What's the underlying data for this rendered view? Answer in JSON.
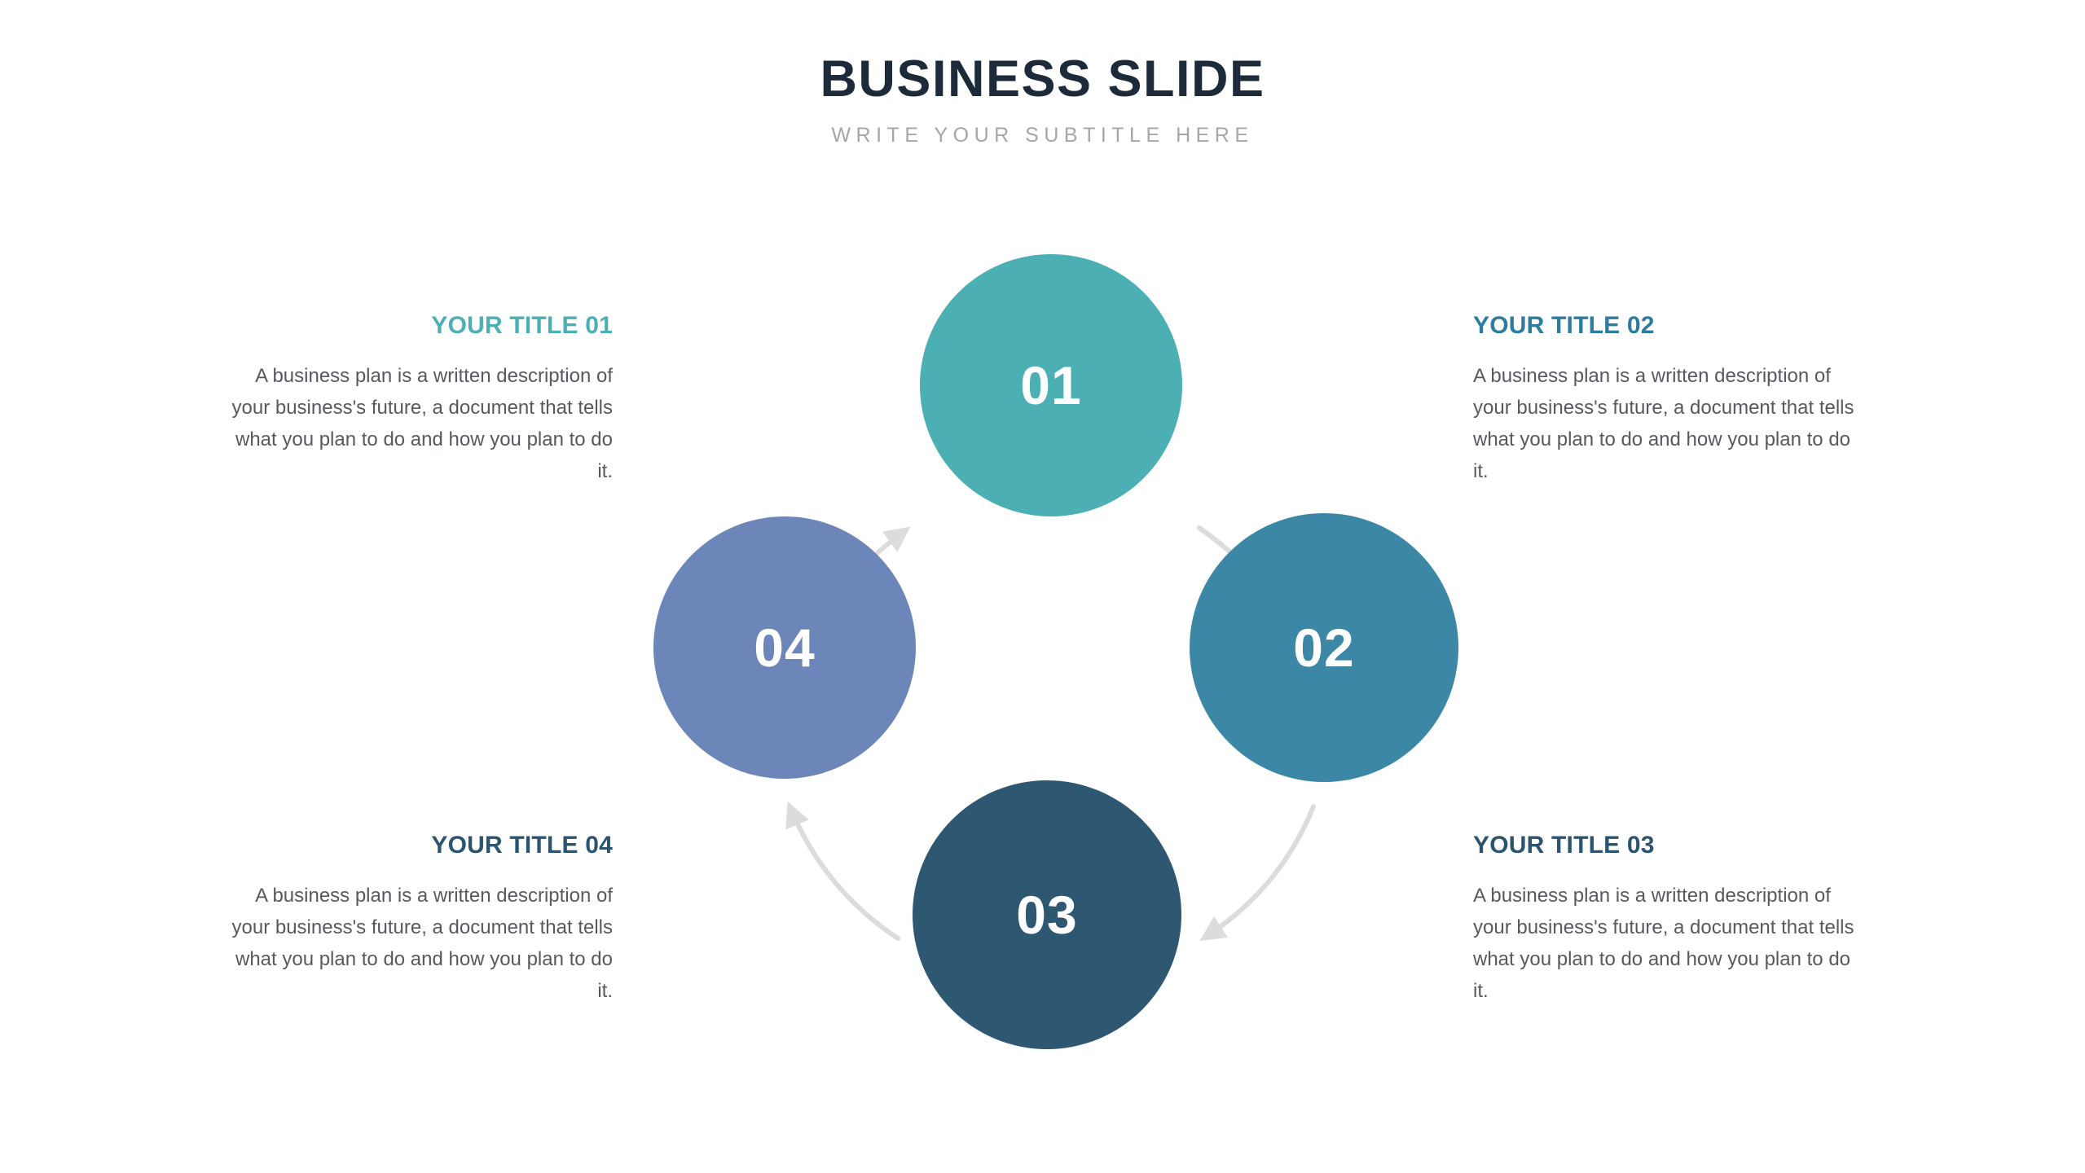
{
  "header": {
    "title": "BUSINESS SLIDE",
    "subtitle": "WRITE YOUR SUBTITLE HERE"
  },
  "colors": {
    "title": "#1c2a3a",
    "subtitle": "#a6a6a6",
    "body_text": "#555a5e",
    "arrow": "#dcdcdc",
    "background": "#ffffff",
    "step_01": "#4BAFB4",
    "step_02": "#3B87A5",
    "step_03": "#2E5771",
    "step_04": "#6D86BA"
  },
  "diagram": {
    "type": "cycle",
    "direction": "clockwise",
    "arrow_color": "#dcdcdc",
    "nodes": [
      {
        "id": "step-01",
        "number": "01",
        "position": "top",
        "color": "#4BAFB4"
      },
      {
        "id": "step-02",
        "number": "02",
        "position": "right",
        "color": "#3B87A5"
      },
      {
        "id": "step-03",
        "number": "03",
        "position": "bottom",
        "color": "#2E5771"
      },
      {
        "id": "step-04",
        "number": "04",
        "position": "left",
        "color": "#6D86BA"
      }
    ],
    "arrows": [
      {
        "from": "04",
        "to": "01",
        "position": "top-left"
      },
      {
        "from": "01",
        "to": "02",
        "position": "top-right"
      },
      {
        "from": "02",
        "to": "03",
        "position": "bottom-right"
      },
      {
        "from": "03",
        "to": "04",
        "position": "bottom-left"
      }
    ]
  },
  "blocks": [
    {
      "id": "block-01",
      "title": "YOUR TITLE 01",
      "title_color": "#4BAFB4",
      "body": "A business plan is a written description of your business's future, a document that tells what you plan to do and how you plan to do it.",
      "align": "right"
    },
    {
      "id": "block-02",
      "title": "YOUR TITLE 02",
      "title_color": "#2E7BA0",
      "body": "A business plan is a written description of your business's future, a document that tells what you plan to do and how you plan to do it.",
      "align": "left"
    },
    {
      "id": "block-03",
      "title": "YOUR TITLE 03",
      "title_color": "#2B5470",
      "body": "A business plan is a written description of your business's future, a document that tells what you plan to do and how you plan to do it.",
      "align": "left"
    },
    {
      "id": "block-04",
      "title": "YOUR TITLE 04",
      "title_color": "#2B5470",
      "body": "A business plan is a written description of your business's future, a document that tells what you plan to do and how you plan to do it.",
      "align": "right"
    }
  ]
}
